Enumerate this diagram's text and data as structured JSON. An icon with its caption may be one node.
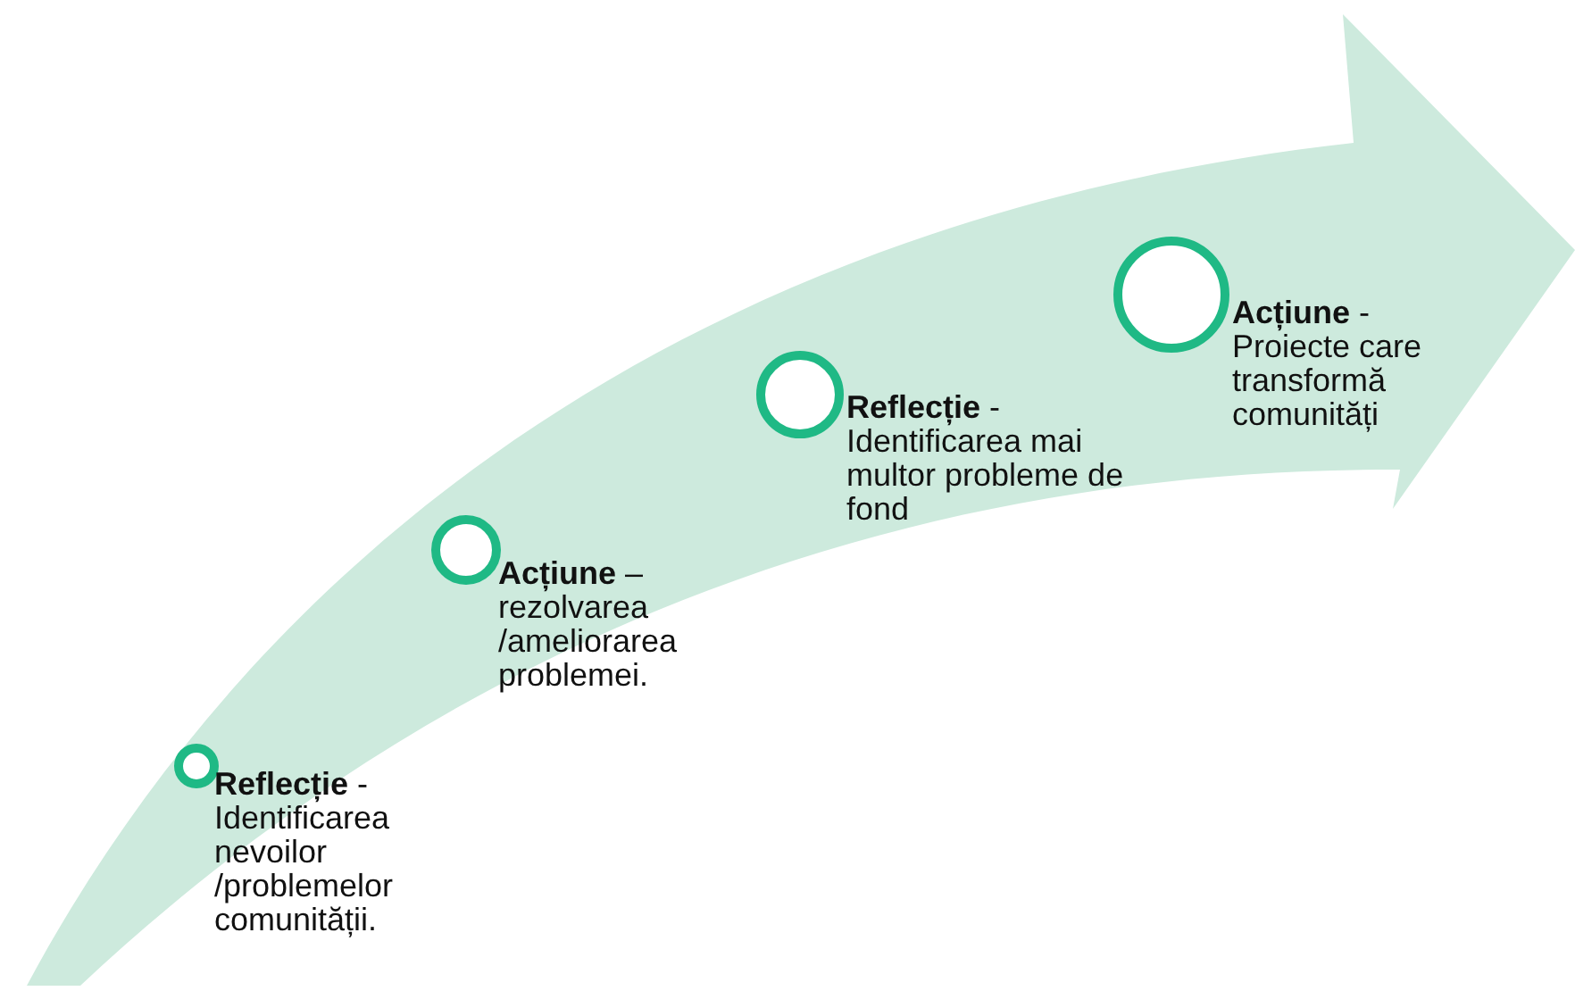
{
  "diagram": {
    "nodes": [
      {
        "text": [],
        "shape": "circle",
        "beside": [
          "**Reflecție** - Identificarea nevoilor /problemelor comunității."
        ]
      },
      {
        "text": [],
        "shape": "circle",
        "beside": [
          "**Acțiune** – rezolvarea /ameliorarea problemei."
        ]
      },
      {
        "text": [],
        "shape": "circle",
        "beside": [
          "**Reflecție** - Identificarea mai multor probleme de fond"
        ]
      },
      {
        "text": [],
        "shape": "circle",
        "beside": [
          "**Acțiune** - Proiecte care transformă comunități"
        ]
      }
    ],
    "edges": []
  }
}
